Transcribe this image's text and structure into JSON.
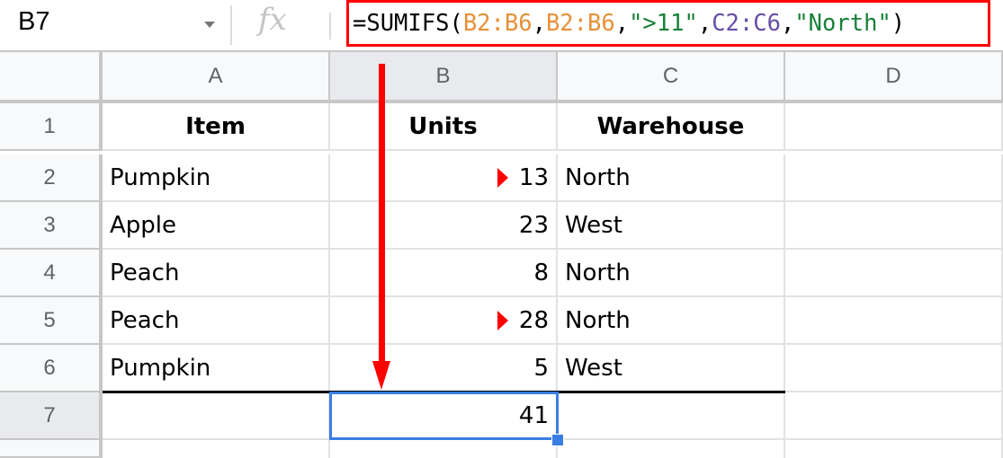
{
  "formula_bar": {
    "name_box": "B7",
    "fx_icon": "fx",
    "formula_parts": [
      {
        "text": "=SUMIFS(",
        "color": "#000000"
      },
      {
        "text": "B2:B6",
        "color": "#e69138"
      },
      {
        "text": ",",
        "color": "#000000"
      },
      {
        "text": "B2:B6",
        "color": "#e69138"
      },
      {
        "text": ",",
        "color": "#000000"
      },
      {
        "text": "\">11\"",
        "color": "#188038"
      },
      {
        "text": ",",
        "color": "#000000"
      },
      {
        "text": "C2:C6",
        "color": "#674ea7"
      },
      {
        "text": ",",
        "color": "#000000"
      },
      {
        "text": "\"North\"",
        "color": "#188038"
      },
      {
        "text": ")",
        "color": "#000000"
      }
    ]
  },
  "columns": [
    "A",
    "B",
    "C",
    "D"
  ],
  "rows": [
    "1",
    "2",
    "3",
    "4",
    "5",
    "6",
    "7"
  ],
  "header_row": {
    "A": "Item",
    "B": "Units",
    "C": "Warehouse"
  },
  "data_rows": [
    {
      "item": "Pumpkin",
      "units": "13",
      "warehouse": "North",
      "marked": true
    },
    {
      "item": "Apple",
      "units": "23",
      "warehouse": "West",
      "marked": false
    },
    {
      "item": "Peach",
      "units": "8",
      "warehouse": "North",
      "marked": false
    },
    {
      "item": "Peach",
      "units": "28",
      "warehouse": "North",
      "marked": true
    },
    {
      "item": "Pumpkin",
      "units": "5",
      "warehouse": "West",
      "marked": false
    }
  ],
  "total_row": {
    "units": "41"
  },
  "selected_cell": "B7",
  "colors": {
    "annotation_red": "#ff0000",
    "selection_blue": "#3a7ee4",
    "header_bg": "#f8f9fa",
    "selected_header_bg": "#e8eaed"
  }
}
